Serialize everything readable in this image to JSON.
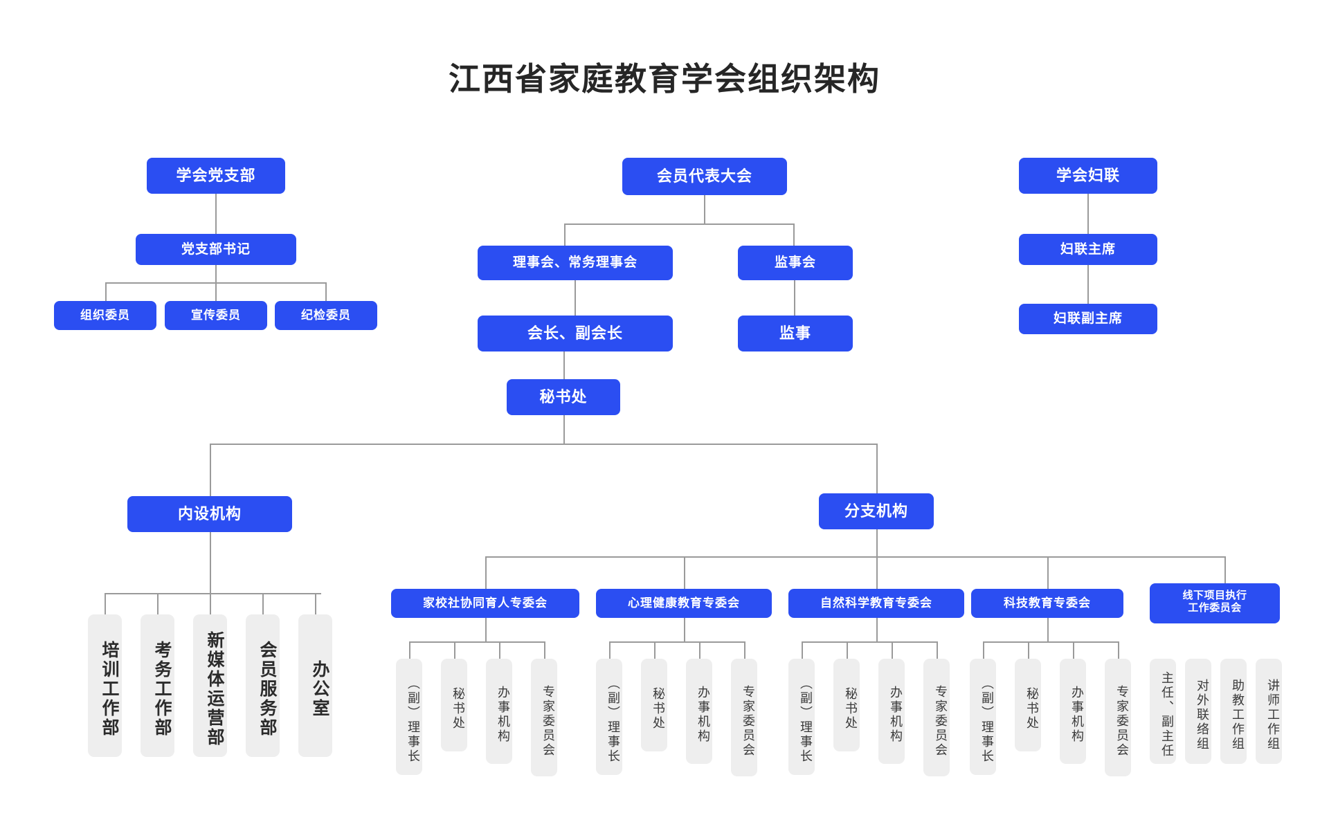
{
  "page": {
    "title": "江西省家庭教育学会组织架构",
    "colors": {
      "node_blue": "#2b4ef2",
      "leaf_gray": "#eeeeee",
      "line_gray": "#9a9a9a",
      "text_dark": "#262626",
      "background": "#ffffff"
    }
  },
  "party_branch": {
    "root": "学会党支部",
    "secretary": "党支部书记",
    "members": [
      {
        "label": "组织委员"
      },
      {
        "label": "宣传委员"
      },
      {
        "label": "纪检委员"
      }
    ]
  },
  "main_branch": {
    "assembly": "会员代表大会",
    "council": "理事会、常务理事会",
    "president": "会长、副会长",
    "secretariat": "秘书处",
    "supervisory_board": "监事会",
    "supervisor": "监事"
  },
  "womens_federation": {
    "root": "学会妇联",
    "chair": "妇联主席",
    "vice_chair": "妇联副主席"
  },
  "internal_departments": {
    "header": "内设机构",
    "items": [
      {
        "label": "培训工作部"
      },
      {
        "label": "考务工作部"
      },
      {
        "label": "新媒体运营部"
      },
      {
        "label": "会员服务部"
      },
      {
        "label": "办公室"
      }
    ]
  },
  "branch_organizations": {
    "header": "分支机构",
    "committees": [
      {
        "name": "家校社协同育人专委会",
        "lines": [
          "家校社协同育人专委会"
        ],
        "subitems": [
          {
            "label": "（副）理事长"
          },
          {
            "label": "秘书处"
          },
          {
            "label": "办事机构"
          },
          {
            "label": "专家委员会"
          }
        ]
      },
      {
        "name": "心理健康教育专委会",
        "lines": [
          "心理健康教育专委会"
        ],
        "subitems": [
          {
            "label": "（副）理事长"
          },
          {
            "label": "秘书处"
          },
          {
            "label": "办事机构"
          },
          {
            "label": "专家委员会"
          }
        ]
      },
      {
        "name": "自然科学教育专委会",
        "lines": [
          "自然科学教育专委会"
        ],
        "subitems": [
          {
            "label": "（副）理事长"
          },
          {
            "label": "秘书处"
          },
          {
            "label": "办事机构"
          },
          {
            "label": "专家委员会"
          }
        ]
      },
      {
        "name": "科技教育专委会",
        "lines": [
          "科技教育专委会"
        ],
        "subitems": [
          {
            "label": "（副）理事长"
          },
          {
            "label": "秘书处"
          },
          {
            "label": "办事机构"
          },
          {
            "label": "专家委员会"
          }
        ]
      },
      {
        "name": "线下项目执行工作委员会",
        "lines": [
          "线下项目执行",
          "工作委员会"
        ],
        "subitems": [
          {
            "label": "主任、副主任"
          },
          {
            "label": "对外联络组"
          },
          {
            "label": "助教工作组"
          },
          {
            "label": "讲师工作组"
          }
        ]
      }
    ]
  }
}
